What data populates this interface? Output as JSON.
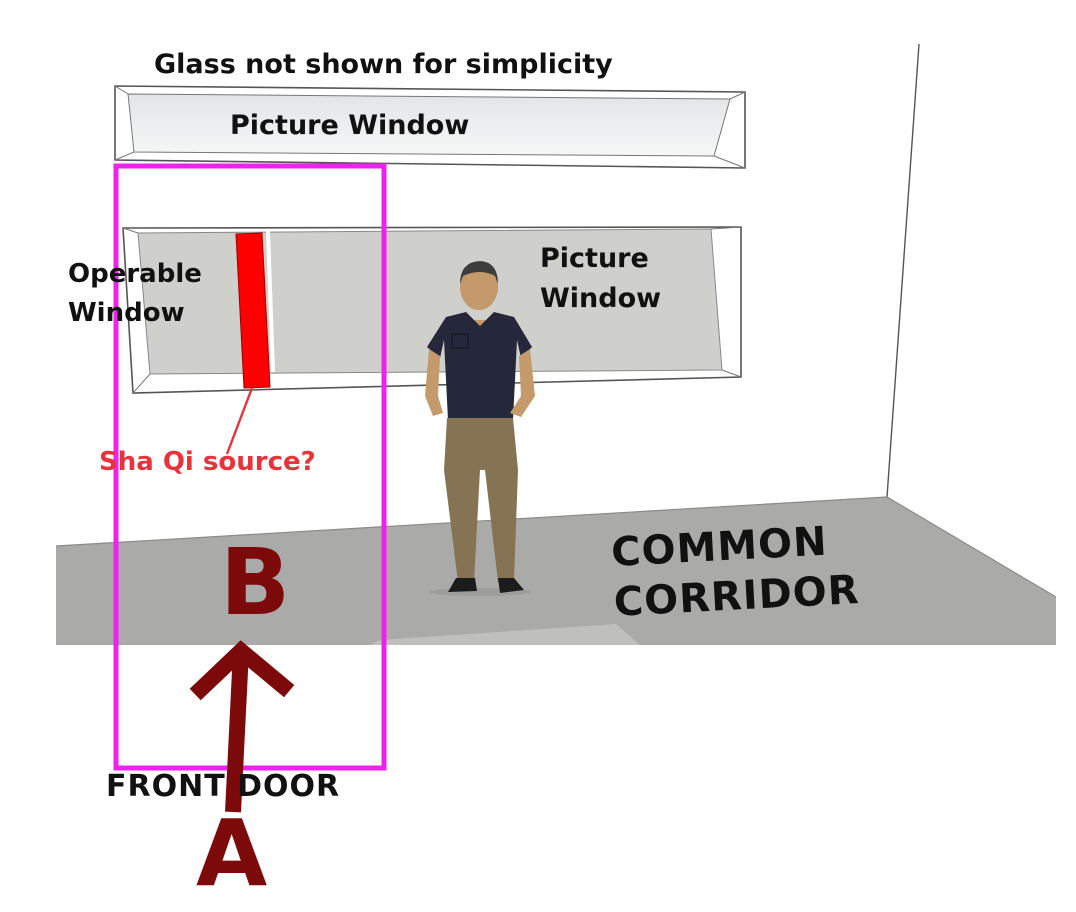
{
  "annotations": {
    "note": "Glass not shown for simplicity",
    "picture_window_top": "Picture Window",
    "operable_window": [
      "Operable",
      "Window"
    ],
    "picture_window_right": [
      "Picture",
      "Window"
    ],
    "sha_qi_question": "Sha Qi source?",
    "front_door": "FRONT DOOR",
    "common_corridor": [
      "COMMON",
      "CORRIDOR"
    ],
    "point_b": "B",
    "point_a": "A"
  },
  "colors": {
    "highlight_box": "#ee22ee",
    "arrow": "#7c0a0a",
    "sha_qi_gap": "#ff0000",
    "sha_qi_label": "#e8333b",
    "floor": "#aaaaa8",
    "window_glass": "#cfcfcb"
  }
}
